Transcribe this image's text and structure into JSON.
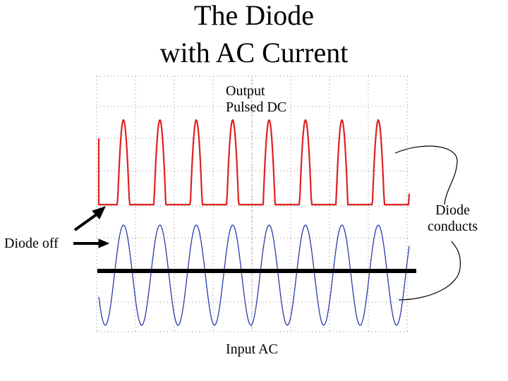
{
  "title": {
    "line1": "The Diode",
    "line2": "with AC Current"
  },
  "labels": {
    "output_line1": "Output",
    "output_line2": "Pulsed DC",
    "input": "Input AC",
    "diode_off": "Diode off",
    "diode_conducts_line1": "Diode",
    "diode_conducts_line2": "conducts"
  },
  "colors": {
    "output_trace": "#e02020",
    "input_trace": "#2a3aa8",
    "baseline": "#000000",
    "grid": "#8a8a8a"
  }
}
